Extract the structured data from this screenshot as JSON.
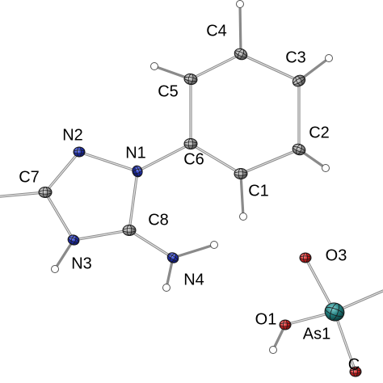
{
  "colors": {
    "background": "#ffffff",
    "carbon": "#8c8c8c",
    "nitrogen": "#1f2fb8",
    "oxygen": "#d42020",
    "arsenic": "#1f7a7a",
    "hydrogen": "#ffffff",
    "bond": "#8a8a8a"
  },
  "atoms": [
    {
      "id": "C1",
      "element": "C",
      "label": "C1"
    },
    {
      "id": "C2",
      "element": "C",
      "label": "C2"
    },
    {
      "id": "C3",
      "element": "C",
      "label": "C3"
    },
    {
      "id": "C4",
      "element": "C",
      "label": "C4"
    },
    {
      "id": "C5",
      "element": "C",
      "label": "C5"
    },
    {
      "id": "C6",
      "element": "C",
      "label": "C6"
    },
    {
      "id": "C7",
      "element": "C",
      "label": "C7"
    },
    {
      "id": "C8",
      "element": "C",
      "label": "C8"
    },
    {
      "id": "N1",
      "element": "N",
      "label": "N1"
    },
    {
      "id": "N2",
      "element": "N",
      "label": "N2"
    },
    {
      "id": "N3",
      "element": "N",
      "label": "N3"
    },
    {
      "id": "N4",
      "element": "N",
      "label": "N4"
    },
    {
      "id": "O1",
      "element": "O",
      "label": "O1"
    },
    {
      "id": "O2",
      "element": "O",
      "label": "C"
    },
    {
      "id": "O3",
      "element": "O",
      "label": "O3"
    },
    {
      "id": "As1",
      "element": "As",
      "label": "As1"
    },
    {
      "id": "H1",
      "element": "H",
      "label": ""
    },
    {
      "id": "H2",
      "element": "H",
      "label": ""
    },
    {
      "id": "H3",
      "element": "H",
      "label": ""
    },
    {
      "id": "H4",
      "element": "H",
      "label": ""
    },
    {
      "id": "H5",
      "element": "H",
      "label": ""
    },
    {
      "id": "H3N",
      "element": "H",
      "label": ""
    },
    {
      "id": "H4A",
      "element": "H",
      "label": ""
    },
    {
      "id": "H4B",
      "element": "H",
      "label": ""
    },
    {
      "id": "H1O",
      "element": "H",
      "label": ""
    }
  ],
  "bonds": [
    [
      "C1",
      "C2"
    ],
    [
      "C2",
      "C3"
    ],
    [
      "C3",
      "C4"
    ],
    [
      "C4",
      "C5"
    ],
    [
      "C5",
      "C6"
    ],
    [
      "C6",
      "C1"
    ],
    [
      "C6",
      "N1"
    ],
    [
      "N1",
      "N2"
    ],
    [
      "N2",
      "C7"
    ],
    [
      "C7",
      "N3"
    ],
    [
      "N3",
      "C8"
    ],
    [
      "C8",
      "N1"
    ],
    [
      "C8",
      "N4"
    ],
    [
      "C7",
      "CH3"
    ],
    [
      "C1",
      "H1"
    ],
    [
      "C2",
      "H2"
    ],
    [
      "C3",
      "H3"
    ],
    [
      "C4",
      "H4"
    ],
    [
      "C5",
      "H5"
    ],
    [
      "N3",
      "H3N"
    ],
    [
      "N4",
      "H4A"
    ],
    [
      "N4",
      "H4B"
    ],
    [
      "As1",
      "O1"
    ],
    [
      "As1",
      "O2"
    ],
    [
      "As1",
      "O3"
    ],
    [
      "As1",
      "O4"
    ],
    [
      "O1",
      "H1O"
    ]
  ]
}
